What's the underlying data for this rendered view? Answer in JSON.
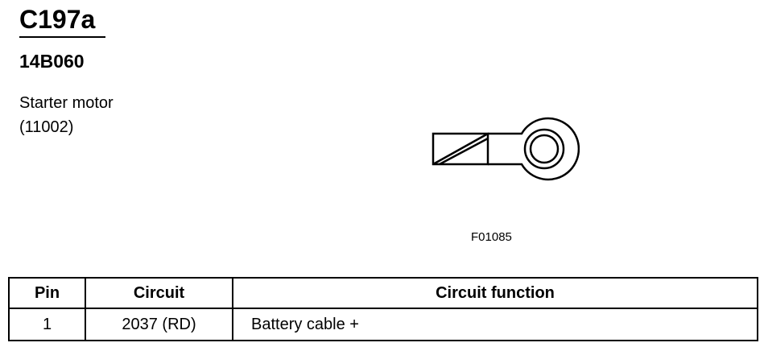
{
  "connector": {
    "id": "C197a",
    "part_number": "14B060",
    "description_line1": "Starter motor",
    "description_line2": "(11002)"
  },
  "figure": {
    "code": "F01085",
    "icon": "ring-terminal-icon"
  },
  "table": {
    "headers": {
      "pin": "Pin",
      "circuit": "Circuit",
      "function": "Circuit function"
    },
    "rows": [
      {
        "pin": "1",
        "circuit": "2037 (RD)",
        "function": "Battery cable +"
      }
    ]
  }
}
